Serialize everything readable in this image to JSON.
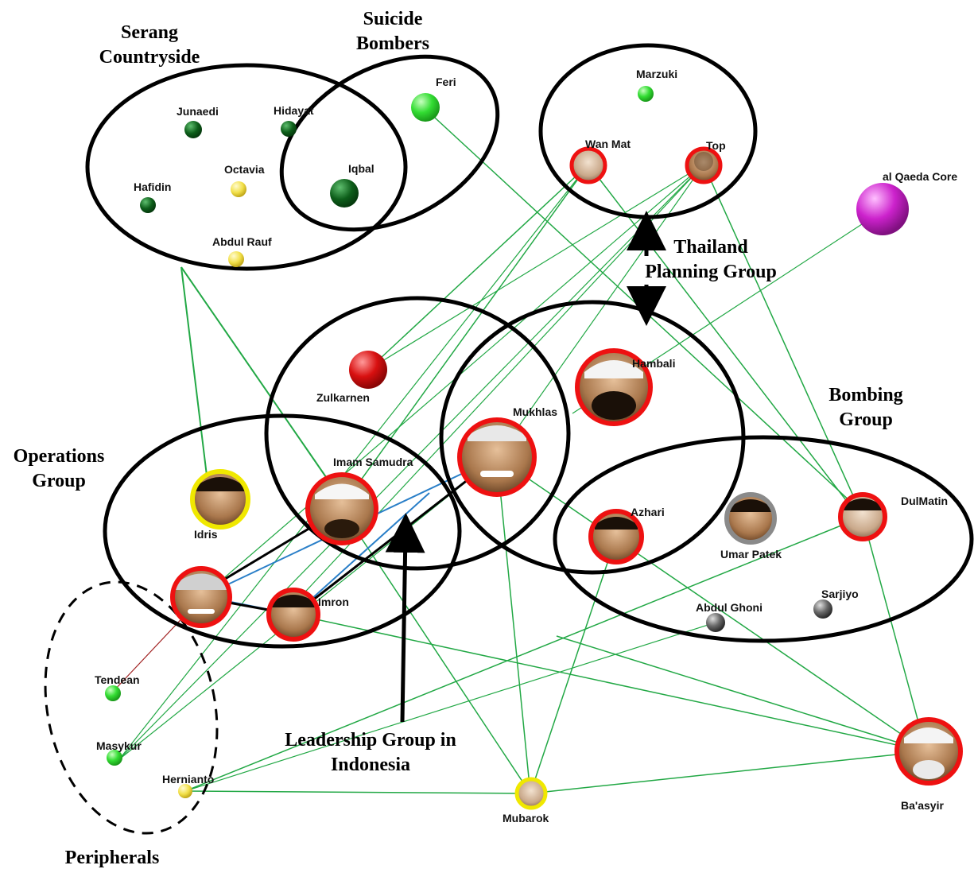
{
  "groups": {
    "serang": "Serang\nCountryside",
    "suicide": "Suicide\nBombers",
    "thailand": "Thailand\nPlanning Group",
    "bombing": "Bombing\nGroup",
    "operations": "Operations\nGroup",
    "leadership": "Leadership Group in\nIndonesia",
    "peripherals": "Peripherals"
  },
  "colors": {
    "green_link": "#22a845",
    "blue_link": "#2a7fc8",
    "red_link": "#a02020",
    "red_ring": "#ee1111",
    "yellow_ring": "#f0e800",
    "gray_ring": "#8a8a8a",
    "dark_green": "#0d5e1a",
    "light_green": "#33dd33",
    "yellow": "#f2e04a",
    "red": "#d81010",
    "magenta": "#cc22cc",
    "gray": "#6a6a6a"
  },
  "nodes": {
    "junaedi": "Junaedi",
    "hidayat": "Hidayat",
    "octavia": "Octavia",
    "hafidin": "Hafidin",
    "iqbal": "Iqbal",
    "abdul_rauf": "Abdul Rauf",
    "feri": "Feri",
    "marzuki": "Marzuki",
    "wan_mat": "Wan Mat",
    "top": "Top",
    "al_qaeda": "al Qaeda Core",
    "zulkarnen": "Zulkarnen",
    "hambali": "Hambali",
    "mukhlas": "Mukhlas",
    "imam_samudra": "Imam Samudra",
    "idris": "Idris",
    "imron": "Imron",
    "azhari": "Azhari",
    "umar_patek": "Umar Patek",
    "dulmatin": "DulMatin",
    "abdul_ghoni": "Abdul Ghoni",
    "sarjiyo": "Sarjiyo",
    "tendean": "Tendean",
    "masykur": "Masykur",
    "hernianto": "Hernianto",
    "mubarok": "Mubarok",
    "baasyir": "Ba'asyir"
  }
}
